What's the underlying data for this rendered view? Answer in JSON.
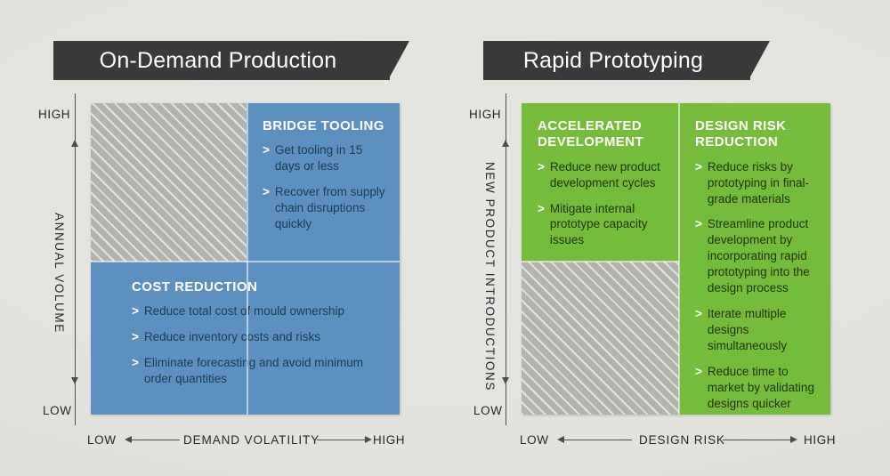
{
  "charts": [
    {
      "id": "on-demand-production",
      "title": "On-Demand Production",
      "y_axis": {
        "name": "ANNUAL VOLUME",
        "high": "HIGH",
        "low": "LOW"
      },
      "x_axis": {
        "name": "DEMAND VOLATILITY",
        "low": "LOW",
        "high": "HIGH"
      },
      "accent_color": "#5b90bf",
      "quadrants": {
        "top_left": {
          "style": "hatched",
          "heading": "",
          "bullets": []
        },
        "top_right": {
          "style": "filled",
          "heading": "BRIDGE TOOLING",
          "bullets": [
            "Get tooling in 15 days or less",
            "Recover from supply chain disruptions quickly"
          ]
        },
        "bottom": {
          "style": "filled",
          "heading": "COST REDUCTION",
          "bullets": [
            "Reduce total cost of mould ownership",
            "Reduce inventory costs and risks",
            "Eliminate forecasting and avoid minimum order quantities"
          ]
        }
      }
    },
    {
      "id": "rapid-prototyping",
      "title": "Rapid Prototyping",
      "y_axis": {
        "name": "NEW PRODUCT INTRODUCTIONS",
        "high": "HIGH",
        "low": "LOW"
      },
      "x_axis": {
        "name": "DESIGN RISK",
        "low": "LOW",
        "high": "HIGH"
      },
      "accent_color": "#76bc3c",
      "quadrants": {
        "top_left": {
          "style": "filled",
          "heading": "ACCELERATED\nDEVELOPMENT",
          "bullets": [
            "Reduce new product development cycles",
            "Mitigate internal prototype capacity issues"
          ]
        },
        "right": {
          "style": "filled",
          "heading": "DESIGN RISK\nREDUCTION",
          "bullets": [
            "Reduce risks by prototyping in final-grade materials",
            "Streamline product development by incorporating rapid prototyping into the design process",
            "Iterate multiple designs simultaneously",
            "Reduce time to market by validating designs quicker"
          ]
        },
        "bottom_left": {
          "style": "hatched",
          "heading": "",
          "bullets": []
        }
      }
    }
  ],
  "bullet_marker": ">"
}
